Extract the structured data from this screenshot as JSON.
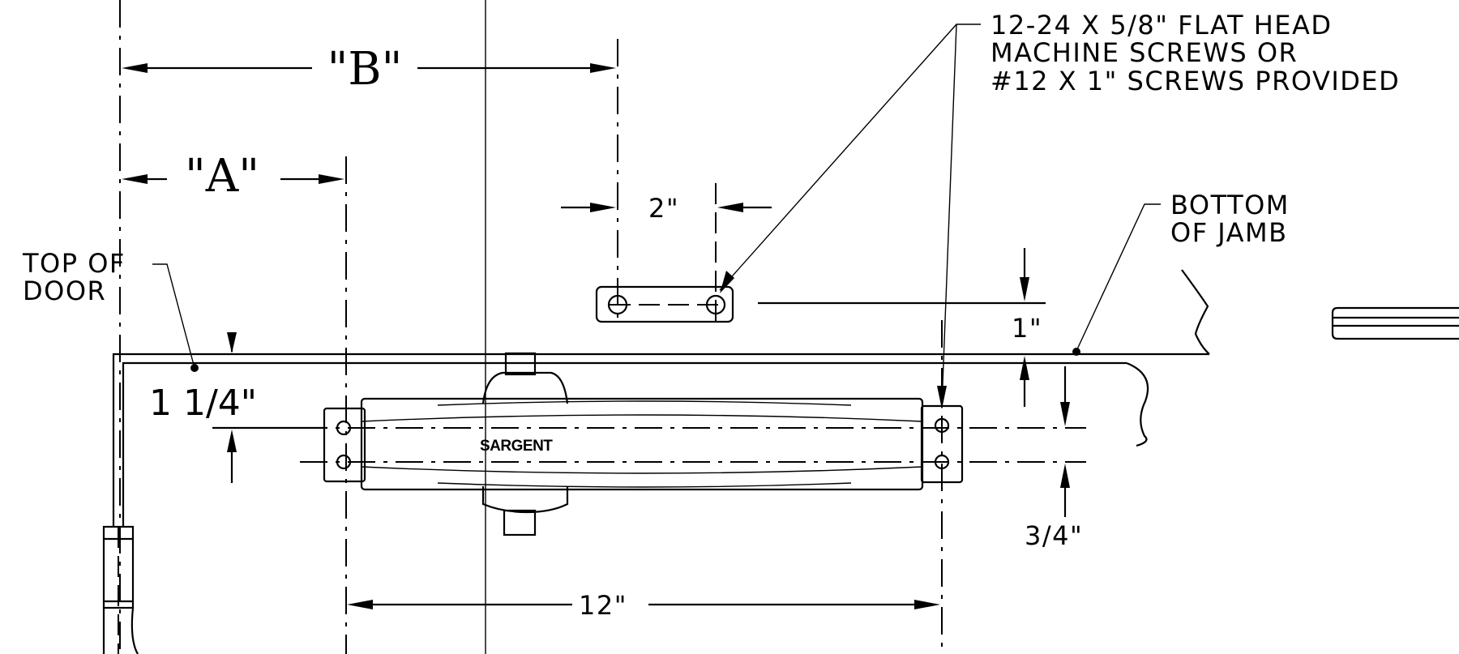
{
  "notes": {
    "screws": [
      "12-24 X 5/8\" FLAT HEAD",
      "MACHINE SCREWS OR",
      "#12 X 1\" SCREWS PROVIDED"
    ],
    "bottom_of_jamb": [
      "BOTTOM",
      "OF JAMB"
    ],
    "top_of_door": [
      "TOP OF",
      "DOOR"
    ]
  },
  "dimensions": {
    "b": "\"B\"",
    "a": "\"A\"",
    "bracket_spacing": "2\"",
    "bracket_offset": "1\"",
    "door_offset": "1 1/4\"",
    "hole_spacing": "3/4\"",
    "body_length": "12\""
  },
  "brand": "SARGENT"
}
